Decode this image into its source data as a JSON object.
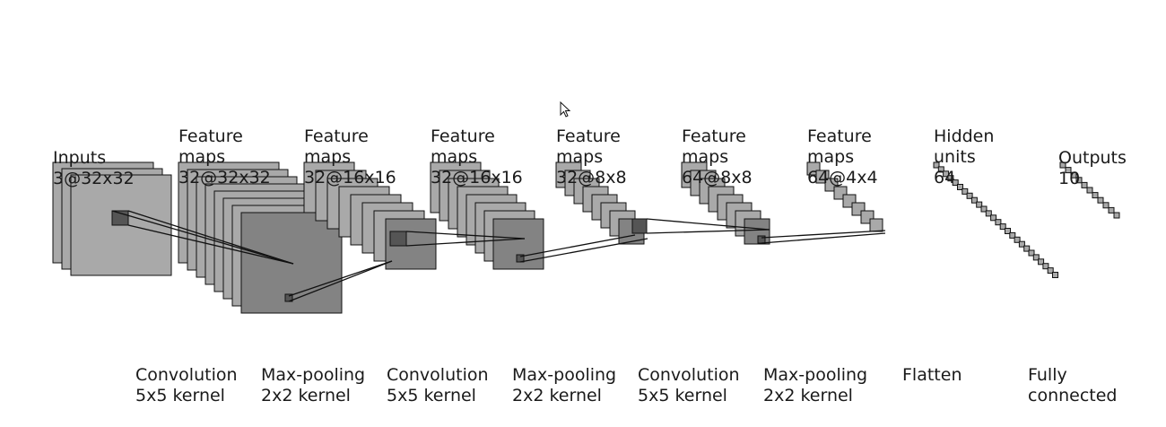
{
  "layers": [
    {
      "name": "input",
      "lines": [
        "Inputs",
        "3@32x32"
      ]
    },
    {
      "name": "conv1",
      "lines": [
        "Feature",
        "maps",
        "32@32x32"
      ]
    },
    {
      "name": "pool1",
      "lines": [
        "Feature",
        "maps",
        "32@16x16"
      ]
    },
    {
      "name": "conv2",
      "lines": [
        "Feature",
        "maps",
        "32@16x16"
      ]
    },
    {
      "name": "pool2",
      "lines": [
        "Feature",
        "maps",
        "32@8x8"
      ]
    },
    {
      "name": "conv3",
      "lines": [
        "Feature",
        "maps",
        "64@8x8"
      ]
    },
    {
      "name": "pool3",
      "lines": [
        "Feature",
        "maps",
        "64@4x4"
      ]
    },
    {
      "name": "hidden",
      "lines": [
        "Hidden",
        "units",
        "64"
      ]
    },
    {
      "name": "output",
      "lines": [
        "Outputs",
        "10"
      ]
    }
  ],
  "operations": [
    {
      "name": "conv-op-1",
      "lines": [
        "Convolution",
        "5x5 kernel"
      ]
    },
    {
      "name": "pool-op-1",
      "lines": [
        "Max-pooling",
        "2x2 kernel"
      ]
    },
    {
      "name": "conv-op-2",
      "lines": [
        "Convolution",
        "5x5 kernel"
      ]
    },
    {
      "name": "pool-op-2",
      "lines": [
        "Max-pooling",
        "2x2 kernel"
      ]
    },
    {
      "name": "conv-op-3",
      "lines": [
        "Convolution",
        "5x5 kernel"
      ]
    },
    {
      "name": "pool-op-3",
      "lines": [
        "Max-pooling",
        "2x2 kernel"
      ]
    },
    {
      "name": "flatten-op",
      "lines": [
        "Flatten"
      ]
    },
    {
      "name": "fc-op",
      "lines": [
        "Fully",
        "connected"
      ]
    }
  ],
  "colors": {
    "map_fill": "#a9a9a9",
    "map_fill_dark": "#838383",
    "map_stroke": "#111111",
    "kernel_fill": "#555555",
    "text": "#1a1a1a"
  },
  "icons": {
    "pointer": "mouse-pointer-icon"
  }
}
